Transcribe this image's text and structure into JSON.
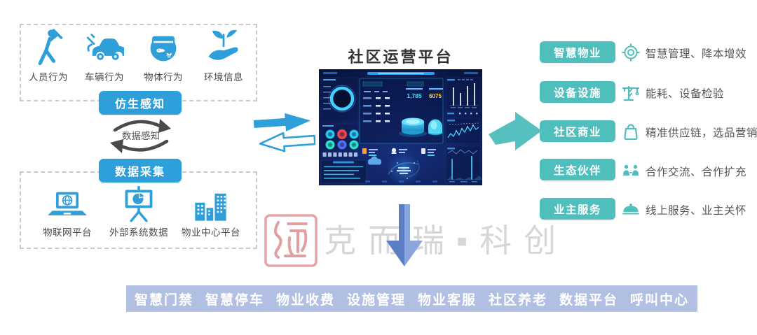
{
  "left_panel": {
    "perception_items": [
      {
        "label": "人员行为"
      },
      {
        "label": "车辆行为"
      },
      {
        "label": "物体行为"
      },
      {
        "label": "环境信息"
      }
    ],
    "bionic_button_label": "仿生感知",
    "cycle_label": "数据感知",
    "collect_button_label": "数据采集",
    "platform_items": [
      {
        "label": "物联网平台"
      },
      {
        "label": "外部系统数据"
      },
      {
        "label": "物业中心平台"
      }
    ]
  },
  "center": {
    "title": "社区运营平台",
    "dashboard_metrics": {
      "metric1": "1,785",
      "metric2": "6075"
    }
  },
  "right_panel": {
    "rows": [
      {
        "button": "智慧物业",
        "desc": "智慧管理、降本增效"
      },
      {
        "button": "设备设施",
        "desc": "能耗、设备检验"
      },
      {
        "button": "社区商业",
        "desc": "精准供应链，选品营销"
      },
      {
        "button": "生态伙伴",
        "desc": "合作交流、合作扩充"
      },
      {
        "button": "业主服务",
        "desc": "线上服务、业主关怀"
      }
    ]
  },
  "watermark": {
    "text": "克而瑞▪科创"
  },
  "bottom_bar": {
    "items": [
      "智慧门禁",
      "智慧停车",
      "物业收费",
      "设施管理",
      "物业客服",
      "社区养老",
      "数据平台",
      "呼叫中心"
    ]
  },
  "colors": {
    "blue": "#2E9FD8",
    "teal": "#4FBFBD",
    "bar": "#B1BFE2"
  }
}
